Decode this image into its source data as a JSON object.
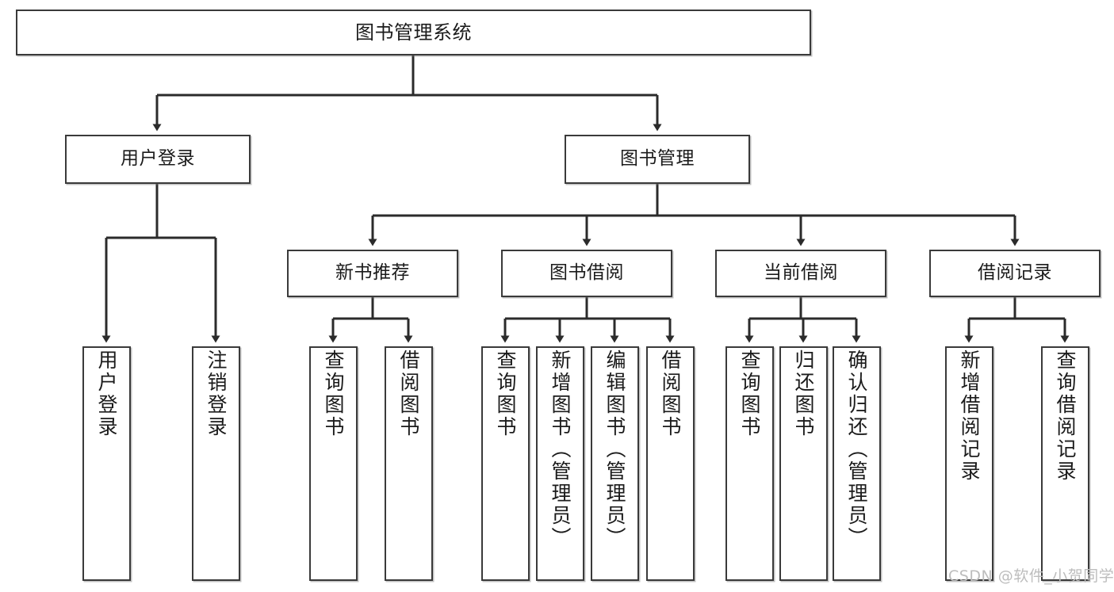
{
  "diagram": {
    "title": "图书管理系统",
    "type": "hierarchy-tree",
    "watermark": "CSDN @软件_小贺同学",
    "colors": {
      "box_border": "#3a3a3a",
      "box_fill": "#ffffff",
      "edge": "#2b2b2b",
      "text": "#1b1b1b",
      "watermark": "#bdbdbd"
    }
  },
  "nodes": {
    "root": {
      "label": "图书管理系统"
    },
    "level1": [
      {
        "label": "用户登录"
      },
      {
        "label": "图书管理"
      }
    ],
    "level2": [
      {
        "label": "新书推荐"
      },
      {
        "label": "图书借阅"
      },
      {
        "label": "当前借阅"
      },
      {
        "label": "借阅记录"
      }
    ],
    "leaves": {
      "user_login": [
        {
          "label": "用户登录"
        },
        {
          "label": "注销登录"
        }
      ],
      "new_book_recommend": [
        {
          "label": "查询图书"
        },
        {
          "label": "借阅图书"
        }
      ],
      "book_borrow": [
        {
          "label": "查询图书"
        },
        {
          "label": "新增图书（管理员）"
        },
        {
          "label": "编辑图书（管理员）"
        },
        {
          "label": "借阅图书"
        }
      ],
      "current_borrow": [
        {
          "label": "查询图书"
        },
        {
          "label": "归还图书"
        },
        {
          "label": "确认归还（管理员）"
        }
      ],
      "borrow_record": [
        {
          "label": "新增借阅记录"
        },
        {
          "label": "查询借阅记录"
        }
      ]
    }
  }
}
